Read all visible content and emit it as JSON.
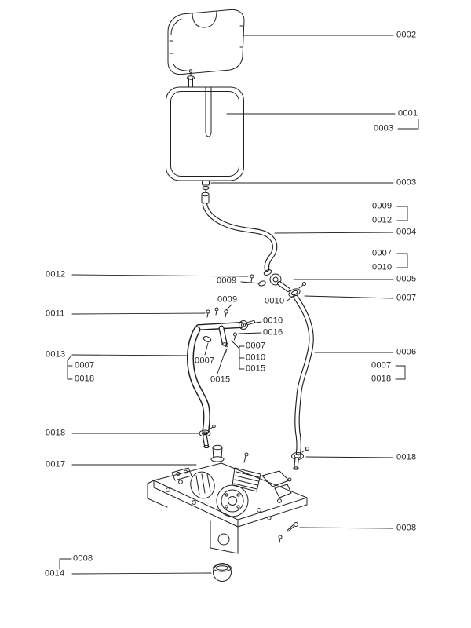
{
  "style": {
    "background": "#ffffff",
    "line_color": "#231f20",
    "text_color": "#231f20"
  },
  "callouts": [
    {
      "text": "0002"
    },
    {
      "text": "0001"
    },
    {
      "text": "0003"
    },
    {
      "text": "0003"
    },
    {
      "text": "0009"
    },
    {
      "text": "0012"
    },
    {
      "text": "0004"
    },
    {
      "text": "0007"
    },
    {
      "text": "0010"
    },
    {
      "text": "0005"
    },
    {
      "text": "0007"
    },
    {
      "text": "0006"
    },
    {
      "text": "0007"
    },
    {
      "text": "0018"
    },
    {
      "text": "0018"
    },
    {
      "text": "0008"
    },
    {
      "text": "0012"
    },
    {
      "text": "0011"
    },
    {
      "text": "0013"
    },
    {
      "text": "0007"
    },
    {
      "text": "0018"
    },
    {
      "text": "0018"
    },
    {
      "text": "0017"
    },
    {
      "text": "0008"
    },
    {
      "text": "0014"
    },
    {
      "text": "0009"
    },
    {
      "text": "0009"
    },
    {
      "text": "0010"
    },
    {
      "text": "0010"
    },
    {
      "text": "0016"
    },
    {
      "text": "0007"
    },
    {
      "text": "0010"
    },
    {
      "text": "0015"
    },
    {
      "text": "0007"
    },
    {
      "text": "0015"
    }
  ]
}
